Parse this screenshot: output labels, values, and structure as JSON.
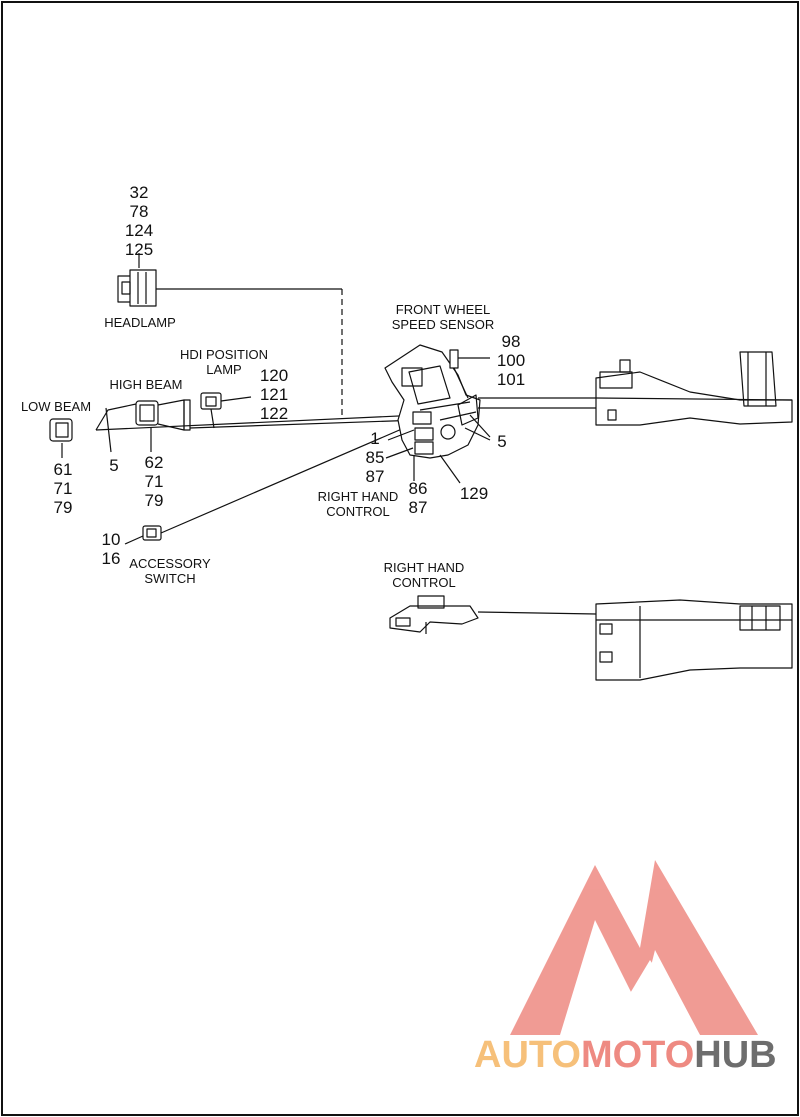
{
  "labels": {
    "headlamp": "HEADLAMP",
    "front_wheel_speed_sensor": [
      "FRONT WHEEL",
      "SPEED SENSOR"
    ],
    "hdi_position_lamp": [
      "HDI POSITION",
      "LAMP"
    ],
    "high_beam": "HIGH BEAM",
    "low_beam": "LOW BEAM",
    "right_hand_control_upper": [
      "RIGHT HAND",
      "CONTROL"
    ],
    "right_hand_control_lower": [
      "RIGHT HAND",
      "CONTROL"
    ],
    "accessory_switch": [
      "ACCESSORY",
      "SWITCH"
    ]
  },
  "callouts": {
    "headlamp": [
      "32",
      "78",
      "124",
      "125"
    ],
    "sensor": [
      "98",
      "100",
      "101"
    ],
    "hdi": [
      "120",
      "121",
      "122"
    ],
    "low_beam": [
      "61",
      "71",
      "79"
    ],
    "high_beam_5": "5",
    "high_beam": [
      "62",
      "71",
      "79"
    ],
    "control_left": [
      "1",
      "85",
      "87"
    ],
    "control_mid": [
      "86",
      "87"
    ],
    "control_129": "129",
    "control_5": "5",
    "accessory": [
      "10",
      "16"
    ]
  },
  "watermark": {
    "part1": "AUTO",
    "part2": "MOTO",
    "part3": "HUB",
    "color_light": "#f6c07a",
    "color_red": "#ee8a82",
    "color_dark": "#6d6d6d"
  }
}
